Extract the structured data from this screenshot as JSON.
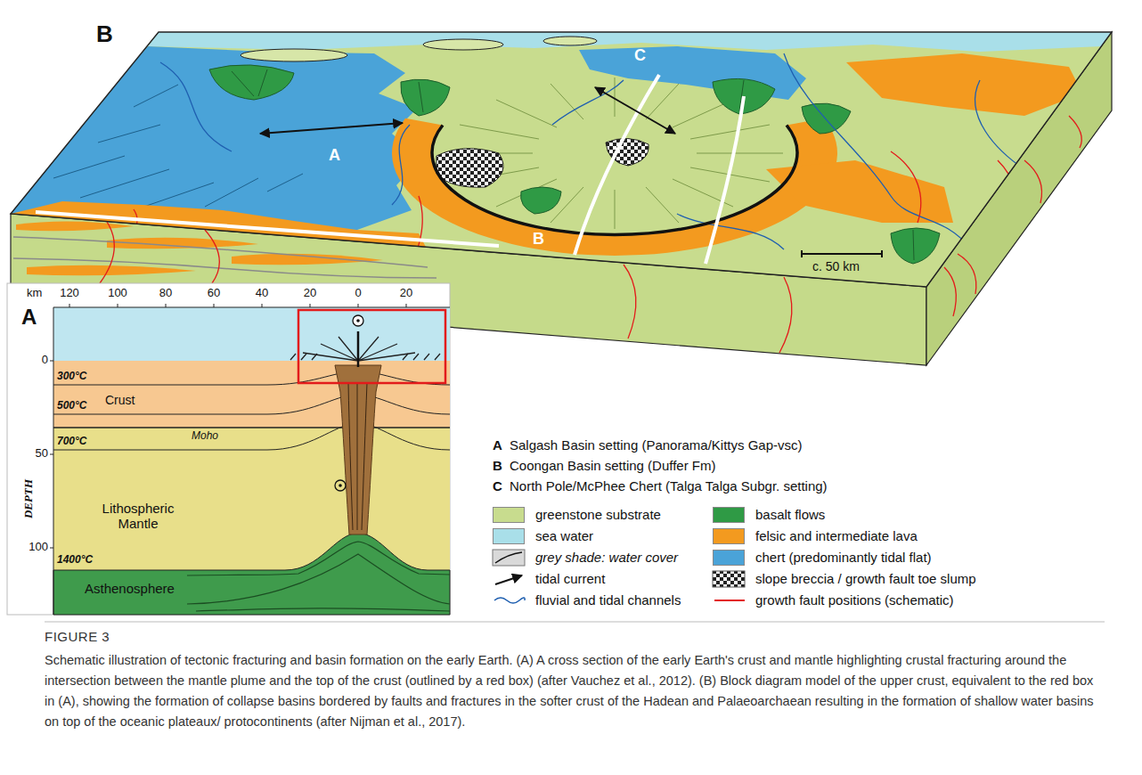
{
  "diagram": {
    "title": "FIGURE 3",
    "caption": "Schematic illustration of tectonic fracturing and basin formation on the early Earth. (A) A cross section of the early Earth's crust and mantle highlighting crustal fracturing around the intersection between the mantle plume and the top of the crust (outlined by a red box) (after Vauchez et al., 2012). (B) Block diagram model of the upper crust, equivalent to the red box in (A), showing the formation of collapse basins bordered by faults and fractures in the softer crust of the Hadean and Palaeoarchaean resulting in the formation of shallow water basins on top of the oceanic plateaux/ protocontinents (after Nijman et al., 2017).",
    "nodes": [
      {
        "text": [
          "B"
        ]
      },
      {
        "text": [
          "A"
        ]
      }
    ],
    "labels": [
      "C",
      "A",
      "B",
      "c. 50 km",
      "km",
      "120",
      "100",
      "80",
      "60",
      "40",
      "20",
      "0",
      "20",
      "0",
      "300°C",
      "Crust",
      "500°C",
      "Moho",
      "700°C",
      "50",
      "DEPTH",
      "Lithospheric Mantle",
      "100",
      "1400°C",
      "Asthenosphere",
      "A",
      "Salgash Basin setting (Panorama/Kittys Gap-vsc)",
      "B",
      "Coongan Basin setting (Duffer Fm)",
      "C",
      "North Pole/McPhee Chert (Talga Talga Subgr. setting)"
    ],
    "legend": [
      {
        "text": "greenstone substrate",
        "color": "#c8dc8e"
      },
      {
        "text": "basalt flows",
        "color": "#2f9a45"
      },
      {
        "text": "sea water",
        "color": "#a9dfe9"
      },
      {
        "text": "felsic and intermediate lava",
        "color": "#f39a1f"
      },
      {
        "text": "grey shade: water cover"
      },
      {
        "text": "chert (predominantly tidal flat)",
        "color": "#4aa3d8"
      },
      {
        "text": "tidal current"
      },
      {
        "text": "slope breccia / growth fault toe slump"
      },
      {
        "text": "fluvial and tidal channels"
      },
      {
        "text": "growth fault positions (schematic)"
      }
    ]
  }
}
